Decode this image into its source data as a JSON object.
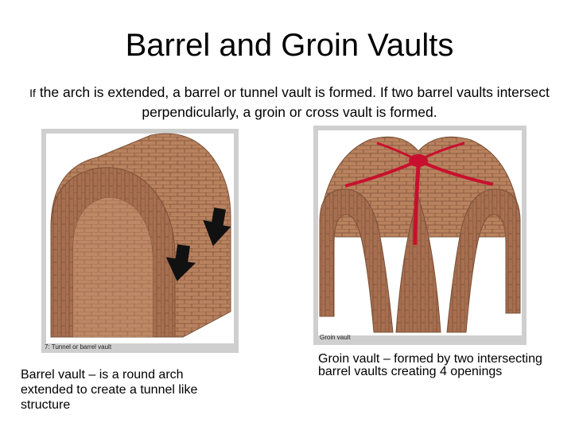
{
  "slide": {
    "title": "Barrel and Groin Vaults",
    "intro_lead": "If",
    "intro_rest": " the arch is extended, a barrel or tunnel vault is formed. If two barrel vaults intersect perpendicularly, a groin or cross vault is formed."
  },
  "left_figure": {
    "image_caption": "7: Tunnel or barrel vault",
    "description": "Barrel vault – is a round arch extended to create a tunnel like structure"
  },
  "right_figure": {
    "image_caption": "Groin vault",
    "description": "Groin vault – formed by two intersecting barrel vaults creating 4 openings"
  },
  "colors": {
    "brick": "#b9825e",
    "brick_dark": "#9a6444",
    "mortar": "#7a5038",
    "groin_highlight": "#c8102e",
    "frame": "#cfcfcf"
  }
}
